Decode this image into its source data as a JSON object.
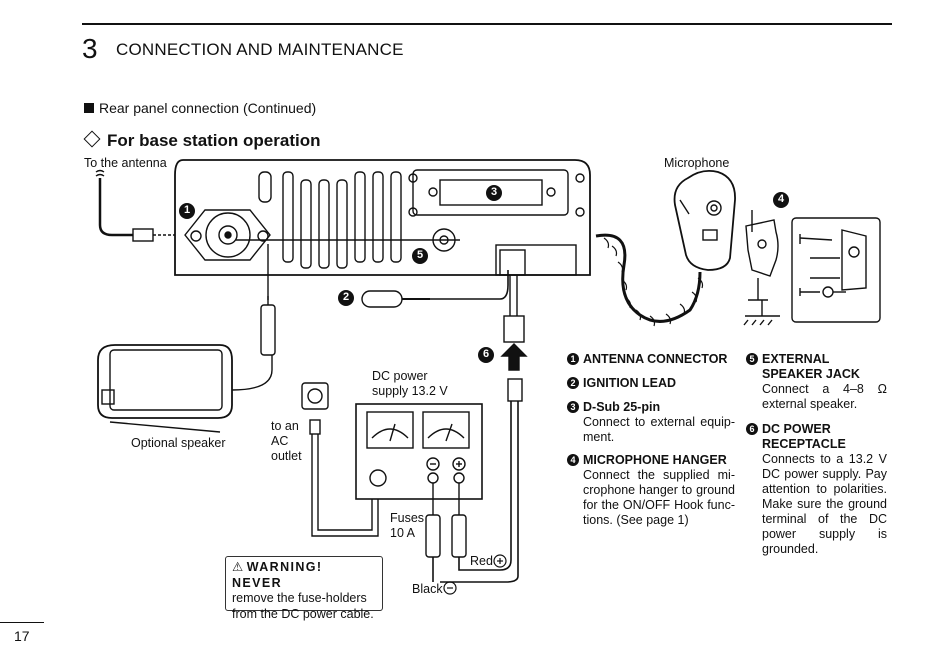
{
  "header": {
    "chapter_number": "3",
    "chapter_title": "CONNECTION AND MAINTENANCE"
  },
  "section_title": "Rear panel connection (Continued)",
  "subsection_title": "For base station operation",
  "diagram_labels": {
    "antenna": "To the antenna",
    "microphone": "Microphone",
    "optional_speaker": "Optional speaker",
    "dc_power_line1": "DC power",
    "dc_power_line2": "supply 13.2 V",
    "ac_outlet_line1": "to an",
    "ac_outlet_line2": "AC",
    "ac_outlet_line3": "outlet",
    "fuses_line1": "Fuses",
    "fuses_line2": "10 A",
    "red": "Red",
    "black": "Black",
    "callout_1": "1",
    "callout_2": "2",
    "callout_3": "3",
    "callout_4": "4",
    "callout_5": "5",
    "callout_6": "6"
  },
  "warning": {
    "heading": "WARNING! NEVER",
    "line1": "remove the fuse-holders",
    "line2": "from the DC power cable."
  },
  "items": [
    {
      "num": "1",
      "title": "ANTENNA CONNECTOR",
      "text": ""
    },
    {
      "num": "2",
      "title": "IGNITION LEAD",
      "text": ""
    },
    {
      "num": "3",
      "title": "D-Sub 25-pin",
      "text": "Connect to external equip-ment."
    },
    {
      "num": "4",
      "title": "MICROPHONE HANGER",
      "text": "Connect the supplied mi-crophone hanger to ground for the ON/OFF Hook func-tions. (See page 1)"
    },
    {
      "num": "5",
      "title": "EXTERNAL SPEAKER JACK",
      "text": "Connect a 4–8 Ω external speaker."
    },
    {
      "num": "6",
      "title": "DC POWER RECEPTACLE",
      "text": "Connects to a 13.2 V DC power supply. Pay attention to polarities. Make sure the ground terminal of the DC power supply is grounded."
    }
  ],
  "page_number": "17"
}
